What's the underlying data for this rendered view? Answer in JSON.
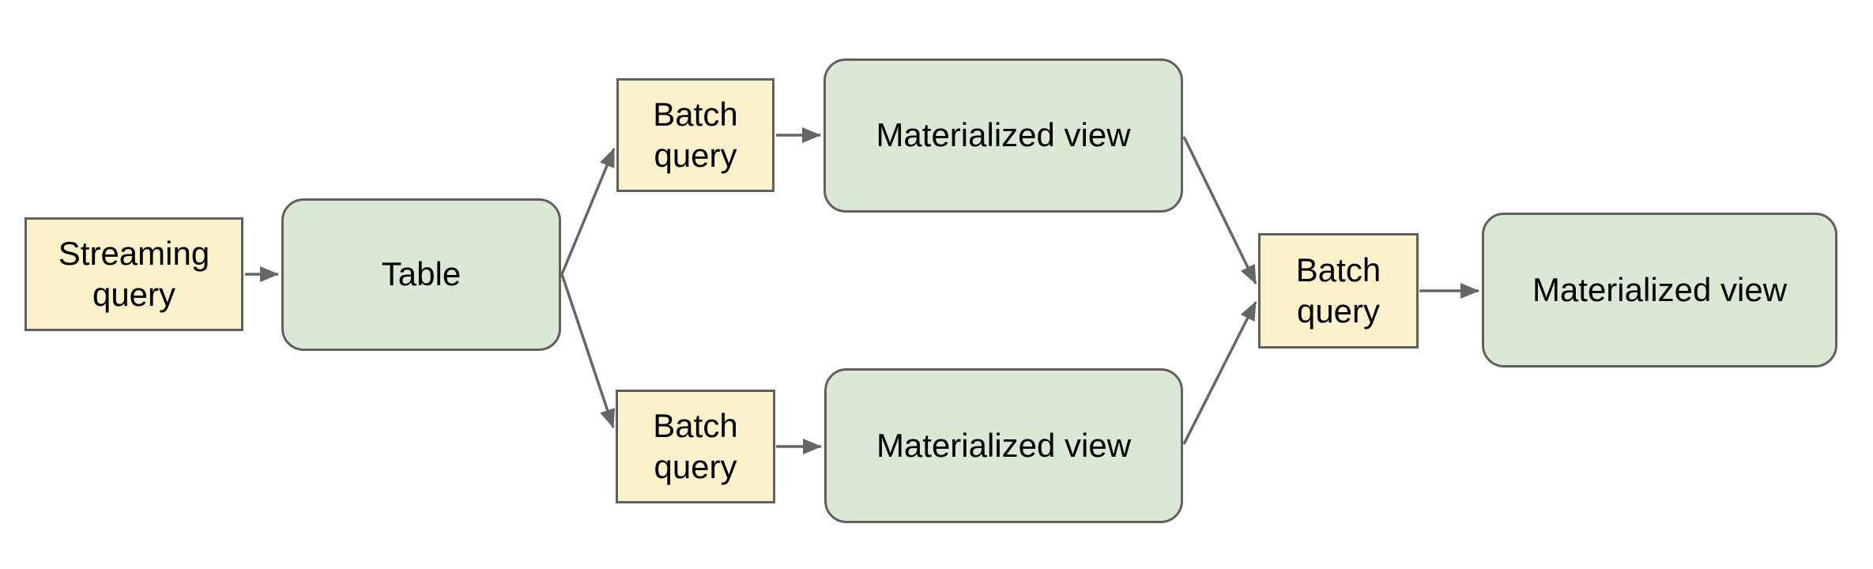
{
  "colors": {
    "query_fill": "#FBF2CC",
    "query_border": "#606060",
    "store_fill": "#DAE8D4",
    "store_border": "#606060",
    "arrow": "#666666",
    "text": "#000000",
    "background": "#ffffff"
  },
  "nodes": [
    {
      "id": "streaming-query",
      "label": "Streaming query",
      "type": "query"
    },
    {
      "id": "table",
      "label": "Table",
      "type": "store"
    },
    {
      "id": "batch-query-top",
      "label": "Batch query",
      "type": "query"
    },
    {
      "id": "materialized-view-top",
      "label": "Materialized view",
      "type": "store"
    },
    {
      "id": "batch-query-bottom",
      "label": "Batch query",
      "type": "query"
    },
    {
      "id": "materialized-view-bottom",
      "label": "Materialized view",
      "type": "store"
    },
    {
      "id": "batch-query-right",
      "label": "Batch query",
      "type": "query"
    },
    {
      "id": "materialized-view-right",
      "label": "Materialized view",
      "type": "store"
    }
  ],
  "edges": [
    {
      "from": "streaming-query",
      "to": "table"
    },
    {
      "from": "table",
      "to": "batch-query-top"
    },
    {
      "from": "table",
      "to": "batch-query-bottom"
    },
    {
      "from": "batch-query-top",
      "to": "materialized-view-top"
    },
    {
      "from": "batch-query-bottom",
      "to": "materialized-view-bottom"
    },
    {
      "from": "materialized-view-top",
      "to": "batch-query-right"
    },
    {
      "from": "materialized-view-bottom",
      "to": "batch-query-right"
    },
    {
      "from": "batch-query-right",
      "to": "materialized-view-right"
    }
  ]
}
